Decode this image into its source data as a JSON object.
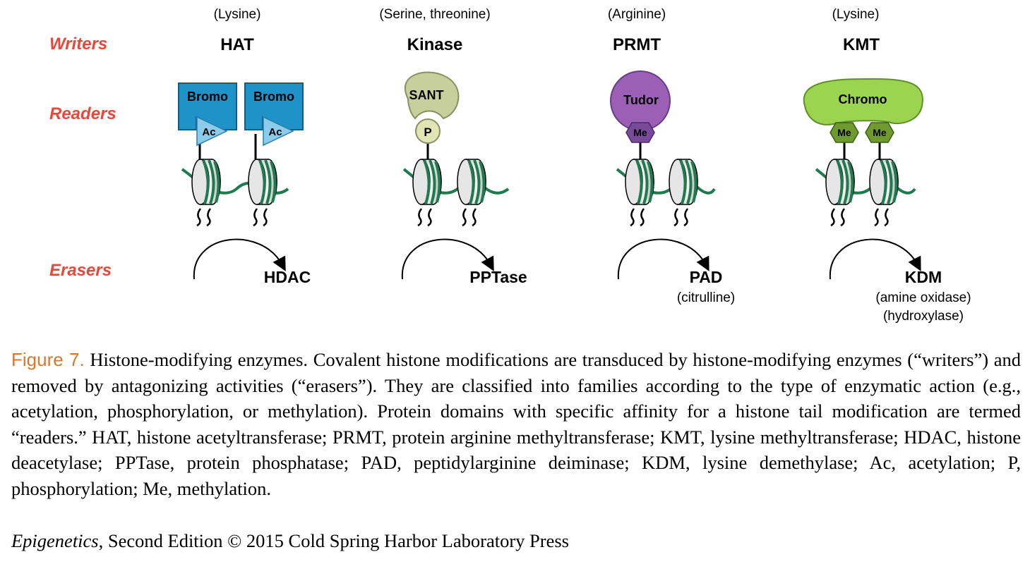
{
  "rows": {
    "writers": "Writers",
    "readers": "Readers",
    "erasers": "Erasers"
  },
  "columns": [
    {
      "substrate": "(Lysine)",
      "writer": "HAT",
      "reader_domain": "Bromo",
      "mark": "Ac",
      "eraser": "HDAC",
      "eraser_note": []
    },
    {
      "substrate": "(Serine, threonine)",
      "writer": "Kinase",
      "reader_domain": "SANT",
      "mark": "P",
      "eraser": "PPTase",
      "eraser_note": []
    },
    {
      "substrate": "(Arginine)",
      "writer": "PRMT",
      "reader_domain": "Tudor",
      "mark": "Me",
      "eraser": "PAD",
      "eraser_note": [
        "(citrulline)"
      ]
    },
    {
      "substrate": "(Lysine)",
      "writer": "KMT",
      "reader_domain": "Chromo",
      "mark": "Me",
      "eraser": "KDM",
      "eraser_note": [
        "(amine oxidase)",
        "(hydroxylase)"
      ]
    }
  ],
  "caption": {
    "label": "Figure 7.",
    "text": " Histone-modifying enzymes. Covalent histone modifications are transduced by histone-modifying enzymes (“writers”) and removed by antagonizing activities (“erasers”). They are classified into families according to the type of enzymatic action (e.g., acetylation, phosphorylation, or methylation). Protein domains with specific affinity for a histone tail modification are termed “readers.” HAT, histone acetyltransferase; PRMT, protein arginine methyltransferase; KMT, lysine methyltransferase; HDAC, histone deacetylase; PPTase, protein phosphatase; PAD, peptidylarginine deiminase; KDM, lysine demethylase; Ac, acetylation; P, phosphorylation; Me, methylation."
  },
  "credit": {
    "book": "Epigenetics",
    "rest": ", Second Edition © 2015 Cold Spring Harbor Laboratory Press"
  },
  "colors": {
    "label_red": "#e8473a",
    "figure_orange": "#d9782d",
    "bromo_blue": "#1f93c8",
    "ac_light_blue": "#8ccbe9",
    "sant_olive": "#c7cf9c",
    "p_light": "#dfe5b4",
    "tudor_purple": "#9b5fb5",
    "me_purple": "#7a4a9a",
    "chromo_green": "#9bd44e",
    "me_green": "#6f9a2e",
    "dna_green": "#1f7a4f"
  }
}
